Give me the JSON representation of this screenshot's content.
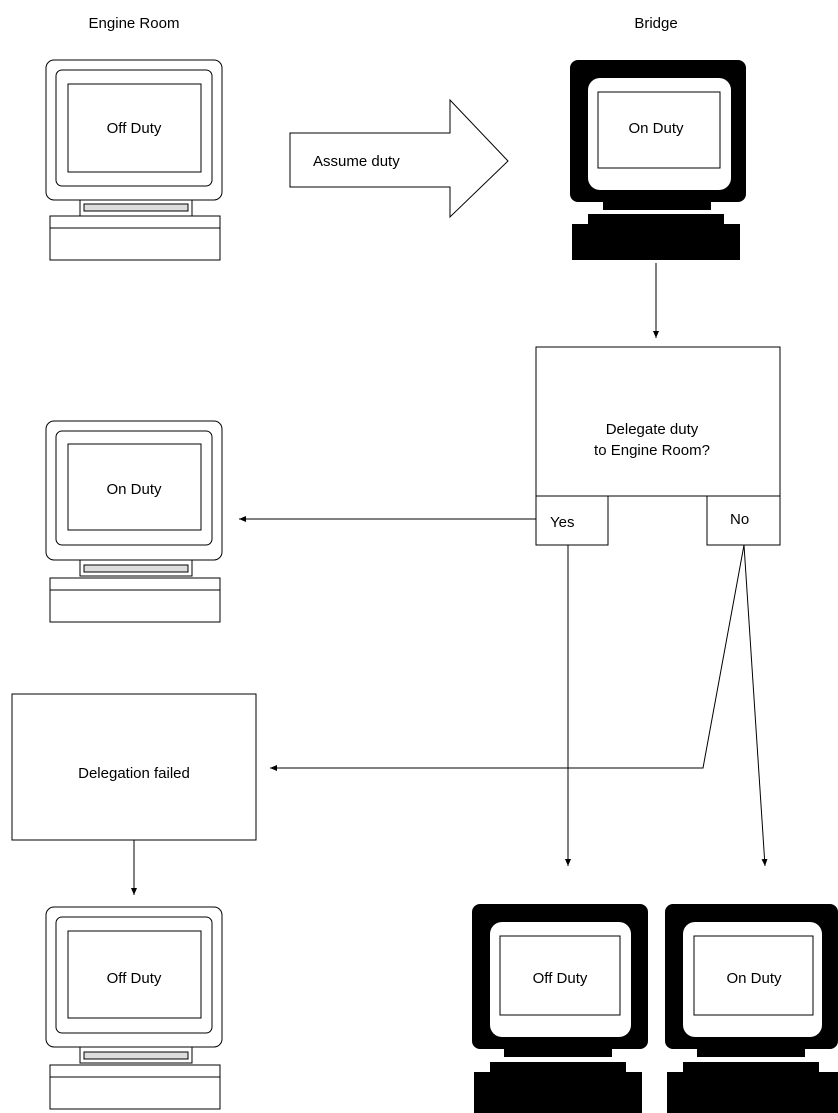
{
  "headers": {
    "engine_room": "Engine Room",
    "bridge": "Bridge"
  },
  "arrow_label": "Assume duty",
  "decision": {
    "line1": "Delegate duty",
    "line2": "to Engine Room?",
    "yes": "Yes",
    "no": "No"
  },
  "failure_box": "Delegation failed",
  "screens": {
    "engine_top": "Off Duty",
    "bridge_top": "On Duty",
    "engine_middle": "On Duty",
    "engine_bottom": "Off Duty",
    "bridge_bottom_left": "Off Duty",
    "bridge_bottom_right": "On Duty"
  },
  "computer_styles": {
    "engine_room": "white outline computer",
    "bridge": "black filled computer"
  },
  "colors": {
    "line": "#000000",
    "background": "#ffffff"
  }
}
